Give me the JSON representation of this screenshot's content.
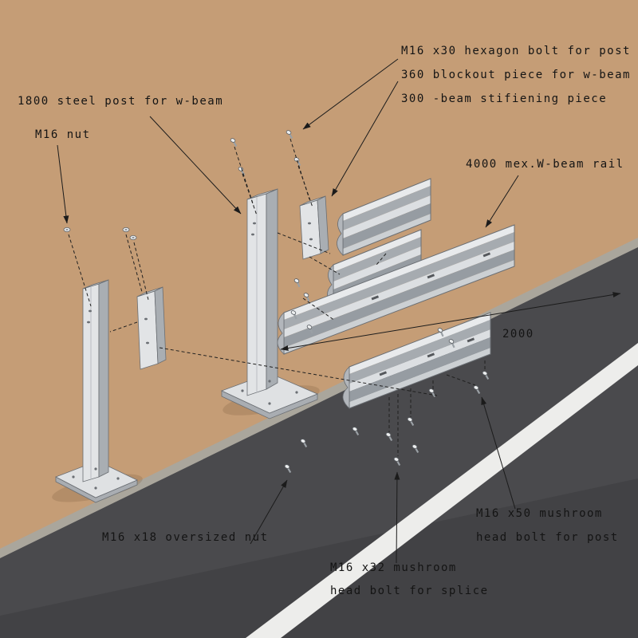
{
  "scene": {
    "colors": {
      "ground": "#c59d76",
      "road": "#4a4a4d",
      "lane_line": "#ededeb",
      "road_edge": "#aaa69c",
      "steel_light": "#e7e9eb",
      "steel_mid": "#c9cdd0",
      "steel_dark": "#9aa0a6",
      "line": "#1b1b1b"
    }
  },
  "labels": {
    "bolt_m16x30": "M16 x30 hexagon bolt for post",
    "blockout_360": "360 blockout piece for w-beam",
    "stiffener_300": "300 -beam stifiening piece",
    "post_1800": "1800 steel post for w-beam",
    "nut_m16": "M16 nut",
    "rail_4000": "4000 mex.W-beam rail",
    "dim_2000": "2000",
    "nut_m16x18": "M16 x18 oversized nut",
    "bolt_m16x32_line1": "M16 x32 mushroom",
    "bolt_m16x32_line2": "head bolt for splice",
    "bolt_m16x50_line1": "M16 x50 mushroom",
    "bolt_m16x50_line2": "head bolt for post"
  }
}
